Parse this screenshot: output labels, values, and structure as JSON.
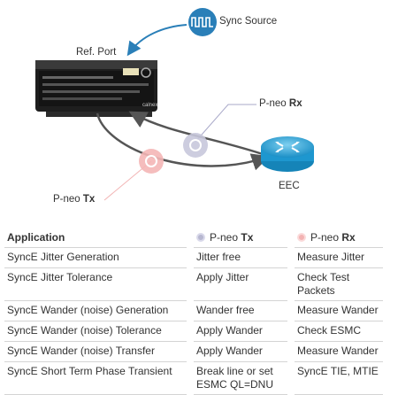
{
  "diagram": {
    "sync_source_label": "Sync Source",
    "ref_port_label": "Ref. Port",
    "rx_label_prefix": "P-neo",
    "rx_label_bold": "Rx",
    "tx_label_prefix": "P-neo",
    "tx_label_bold": "Tx",
    "eec_label": "EEC",
    "device_brand": "calnex"
  },
  "colors": {
    "sync_blue": "#2a7fb8",
    "router_blue": "#2da7db",
    "tx_dot": "#f4b6b6",
    "rx_dot": "#c8c8dc",
    "arrow": "#5a5a5a"
  },
  "table": {
    "headers": {
      "application": "Application",
      "tx_prefix": "P-neo",
      "tx_bold": "Tx",
      "rx_prefix": "P-neo",
      "rx_bold": "Rx"
    },
    "rows": [
      {
        "app": "SyncE Jitter Generation",
        "tx": "Jitter free",
        "rx": "Measure Jitter"
      },
      {
        "app": "SyncE Jitter Tolerance",
        "tx": "Apply Jitter",
        "rx": "Check Test Packets"
      },
      {
        "app": "SyncE Wander (noise) Generation",
        "tx": "Wander free",
        "rx": "Measure Wander"
      },
      {
        "app": "SyncE Wander (noise) Tolerance",
        "tx": "Apply Wander",
        "rx": "Check ESMC"
      },
      {
        "app": "SyncE Wander (noise) Transfer",
        "tx": "Apply Wander",
        "rx": "Measure Wander"
      },
      {
        "app": "SyncE Short Term Phase Transient",
        "tx": "Break line or set ESMC QL=DNU",
        "rx": "SyncE TIE, MTIE"
      }
    ]
  }
}
